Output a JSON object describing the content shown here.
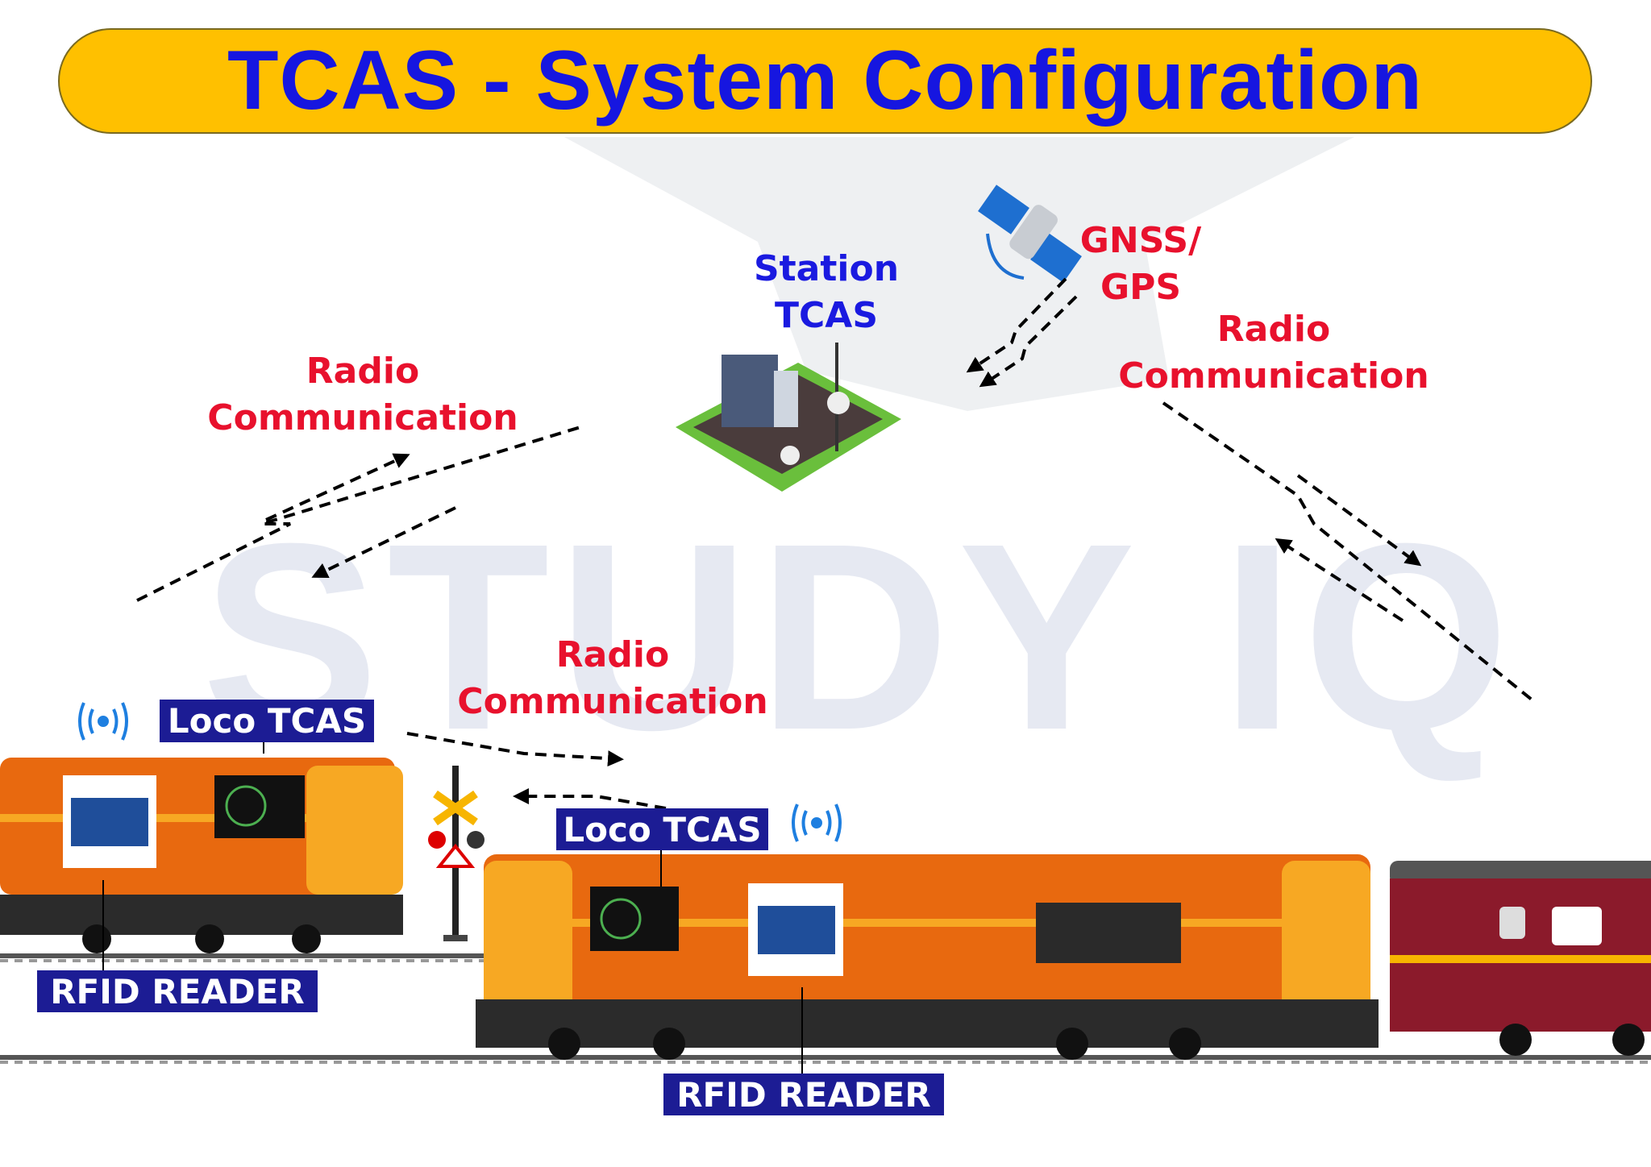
{
  "title": "TCAS - System Configuration",
  "watermark": "STUDY IQ",
  "station": {
    "line1": "Station",
    "line2": "TCAS"
  },
  "gnss": {
    "line1": "GNSS/",
    "line2": "GPS"
  },
  "radio_left": {
    "line1": "Radio",
    "line2": "Communication"
  },
  "radio_right": {
    "line1": "Radio",
    "line2": "Communication"
  },
  "radio_middle": {
    "line1": "Radio",
    "line2": "Communication"
  },
  "loco_tcas_left": "Loco TCAS",
  "loco_tcas_right": "Loco TCAS",
  "rfid_left": "RFID READER",
  "rfid_right": "RFID READER",
  "colors": {
    "title_bg": "#FFC000",
    "title_text": "#1616E0",
    "label_red": "#E8112D",
    "label_blue": "#1A1AE0",
    "tag_bg": "#1C1C94",
    "loco": "#E8690F",
    "coach": "#8B1A2B"
  }
}
